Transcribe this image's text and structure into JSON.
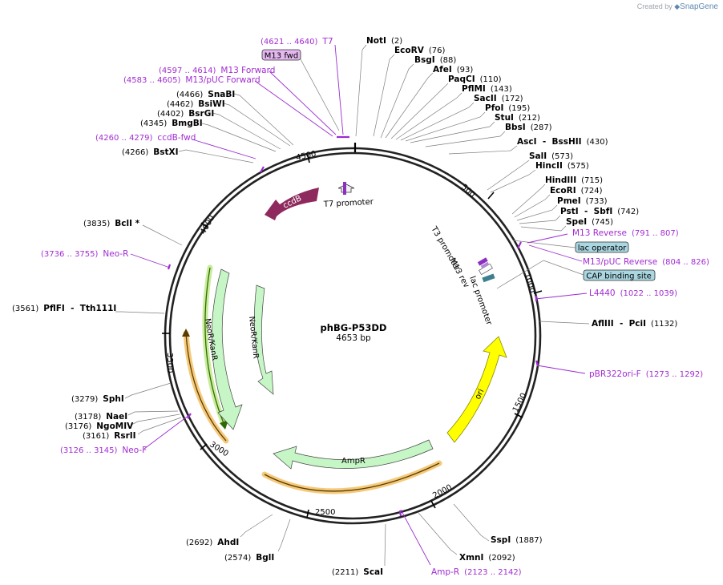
{
  "brand": {
    "created_by": "Created by",
    "app": "SnapGene"
  },
  "plasmid": {
    "name": "phBG-P53DD",
    "length": "4653 bp"
  },
  "ticks": [
    "500",
    "1000",
    "1500",
    "2000",
    "2500",
    "3000",
    "3500",
    "4000",
    "4500"
  ],
  "enzymes": [
    {
      "name": "NotI",
      "pos": "(2)"
    },
    {
      "name": "EcoRV",
      "pos": "(76)"
    },
    {
      "name": "BsgI",
      "pos": "(88)"
    },
    {
      "name": "AfeI",
      "pos": "(93)"
    },
    {
      "name": "PaqCI",
      "pos": "(110)"
    },
    {
      "name": "PflMI",
      "pos": "(143)"
    },
    {
      "name": "SacII",
      "pos": "(172)"
    },
    {
      "name": "PfoI",
      "pos": "(195)"
    },
    {
      "name": "StuI",
      "pos": "(212)"
    },
    {
      "name": "BbsI",
      "pos": "(287)"
    },
    {
      "name": "AscI  -  BssHII",
      "pos": "(430)"
    },
    {
      "name": "SalI",
      "pos": "(573)"
    },
    {
      "name": "HincII",
      "pos": "(575)"
    },
    {
      "name": "HindIII",
      "pos": "(715)"
    },
    {
      "name": "EcoRI",
      "pos": "(724)"
    },
    {
      "name": "PmeI",
      "pos": "(733)"
    },
    {
      "name": "PstI  -  SbfI",
      "pos": "(742)"
    },
    {
      "name": "SpeI",
      "pos": "(745)"
    },
    {
      "name": "AflIII  -  PciI",
      "pos": "(1132)"
    },
    {
      "name": "SspI",
      "pos": "(1887)"
    },
    {
      "name": "XmnI",
      "pos": "(2092)"
    },
    {
      "name": "ScaI",
      "pos": "(2211)"
    },
    {
      "name": "BglI",
      "pos": "(2574)"
    },
    {
      "name": "AhdI",
      "pos": "(2692)"
    },
    {
      "name": "RsrII",
      "pos": "(3161)"
    },
    {
      "name": "NgoMIV",
      "pos": "(3176)"
    },
    {
      "name": "NaeI",
      "pos": "(3178)"
    },
    {
      "name": "SphI",
      "pos": "(3279)"
    },
    {
      "name": "PflFI  -  Tth111I",
      "pos": "(3561)"
    },
    {
      "name": "BclI *",
      "pos": "(3835)"
    },
    {
      "name": "BstXI",
      "pos": "(4266)"
    },
    {
      "name": "BmgBI",
      "pos": "(4345)"
    },
    {
      "name": "BsrGI",
      "pos": "(4402)"
    },
    {
      "name": "BsiWI",
      "pos": "(4462)"
    },
    {
      "name": "SnaBI",
      "pos": "(4466)"
    }
  ],
  "primers": [
    {
      "name": "T7",
      "pos": "(4621 .. 4640)"
    },
    {
      "name": "M13 Forward",
      "pos": "(4597 .. 4614)"
    },
    {
      "name": "M13/pUC Forward",
      "pos": "(4583 .. 4605)"
    },
    {
      "name": "ccdB-fwd",
      "pos": "(4260 .. 4279)"
    },
    {
      "name": "Neo-R",
      "pos": "(3736 .. 3755)"
    },
    {
      "name": "Neo-F",
      "pos": "(3126 .. 3145)"
    },
    {
      "name": "Amp-R",
      "pos": "(2123 .. 2142)"
    },
    {
      "name": "pBR322ori-F",
      "pos": "(1273 .. 1292)"
    },
    {
      "name": "L4440",
      "pos": "(1022 .. 1039)"
    },
    {
      "name": "M13/pUC Reverse",
      "pos": "(804 .. 826)"
    },
    {
      "name": "M13 Reverse",
      "pos": "(791 .. 807)"
    }
  ],
  "features": {
    "ccdB": "ccdB",
    "t7_promoter": "T7 promoter",
    "t3_promoter": "T3 promoter",
    "m13_rev": "M13 rev",
    "lac_promoter": "lac promoter",
    "ori": "ori",
    "ampr": "AmpR",
    "neor_inner": "NeoR/KanR",
    "neor_outer": "NeoR/KanR",
    "m13_fwd_box": "M13 fwd",
    "lac_operator_box": "lac operator",
    "cap_box": "CAP binding site"
  },
  "colors": {
    "ccdB": "#8e2a5e",
    "resistance": "#c6f6c6",
    "ori": "#ffff00",
    "primer": "#a12bd1",
    "orange_halo": "#f5c97a",
    "green_halo": "#c9ec9b",
    "box_blue": "#a9d6e0",
    "box_purple": "#e4b7f0"
  }
}
